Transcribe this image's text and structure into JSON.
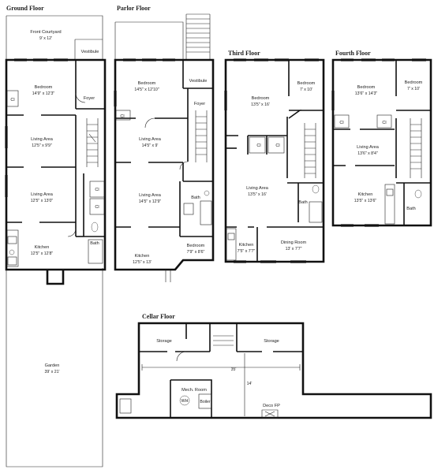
{
  "floors": {
    "ground": {
      "title": "Ground Floor",
      "rooms": {
        "courtyard": {
          "name": "Front Courtyard",
          "size": "9' x 12'"
        },
        "vestibule": {
          "name": "Vestibule"
        },
        "bedroom": {
          "name": "Bedroom",
          "size": "14'9\" x 12'3\""
        },
        "foyer": {
          "name": "Foyer"
        },
        "living1": {
          "name": "Living Area",
          "size": "12'5\" x 9'9\""
        },
        "living2": {
          "name": "Living Area",
          "size": "12'5\" x 13'0\""
        },
        "kitchen": {
          "name": "Kitchen",
          "size": "12'5\" x 12'8\""
        },
        "bath": {
          "name": "Bath"
        },
        "garden": {
          "name": "Garden",
          "size": "39' x 21'"
        }
      }
    },
    "parlor": {
      "title": "Parlor Floor",
      "rooms": {
        "vestibule": {
          "name": "Vestibule"
        },
        "bedroom": {
          "name": "Bedroom",
          "size": "14'5\" x 12'10\""
        },
        "foyer": {
          "name": "Foyer"
        },
        "living1": {
          "name": "Living Area",
          "size": "14'5\" x 9'"
        },
        "living2": {
          "name": "Living Area",
          "size": "14'5\" x 12'9\""
        },
        "bath": {
          "name": "Bath"
        },
        "kitchen": {
          "name": "Kitchen",
          "size": "12'5\" x 13'"
        },
        "bedroom2": {
          "name": "Bedroom",
          "size": "7'9\" x 8'6\""
        }
      }
    },
    "third": {
      "title": "Third Floor",
      "rooms": {
        "bedroom1": {
          "name": "Bedroom",
          "size": "13'5\" x 16'"
        },
        "bedroom2": {
          "name": "Bedroom",
          "size": "7' x 10'"
        },
        "living": {
          "name": "Living Area",
          "size": "13'5\" x 16'"
        },
        "bath": {
          "name": "Bath"
        },
        "kitchen": {
          "name": "Kitchen",
          "size": "7'5\" x 7'7\""
        },
        "dining": {
          "name": "Dining Room",
          "size": "13' x 7'7\""
        }
      }
    },
    "fourth": {
      "title": "Fourth Floor",
      "rooms": {
        "bedroom1": {
          "name": "Bedroom",
          "size": "13'6\" x 14'3\""
        },
        "bedroom2": {
          "name": "Bedroom",
          "size": "7' x 10'"
        },
        "living": {
          "name": "Living Area",
          "size": "13'6\" x 8'4\""
        },
        "kitchen": {
          "name": "Kitchen",
          "size": "13'5\" x 13'6\""
        },
        "bath": {
          "name": "Bath"
        }
      }
    },
    "cellar": {
      "title": "Cellar Floor",
      "rooms": {
        "storage1": {
          "name": "Storage"
        },
        "storage2": {
          "name": "Storage"
        },
        "mech": {
          "name": "Mech. Room"
        },
        "wh": {
          "name": "WH"
        },
        "boiler": {
          "name": "Boiler"
        },
        "deco": {
          "name": "Deco FP"
        }
      },
      "dim_width": "35'",
      "dim_height": "14'"
    }
  },
  "labels": {
    "closet": "Cl"
  }
}
